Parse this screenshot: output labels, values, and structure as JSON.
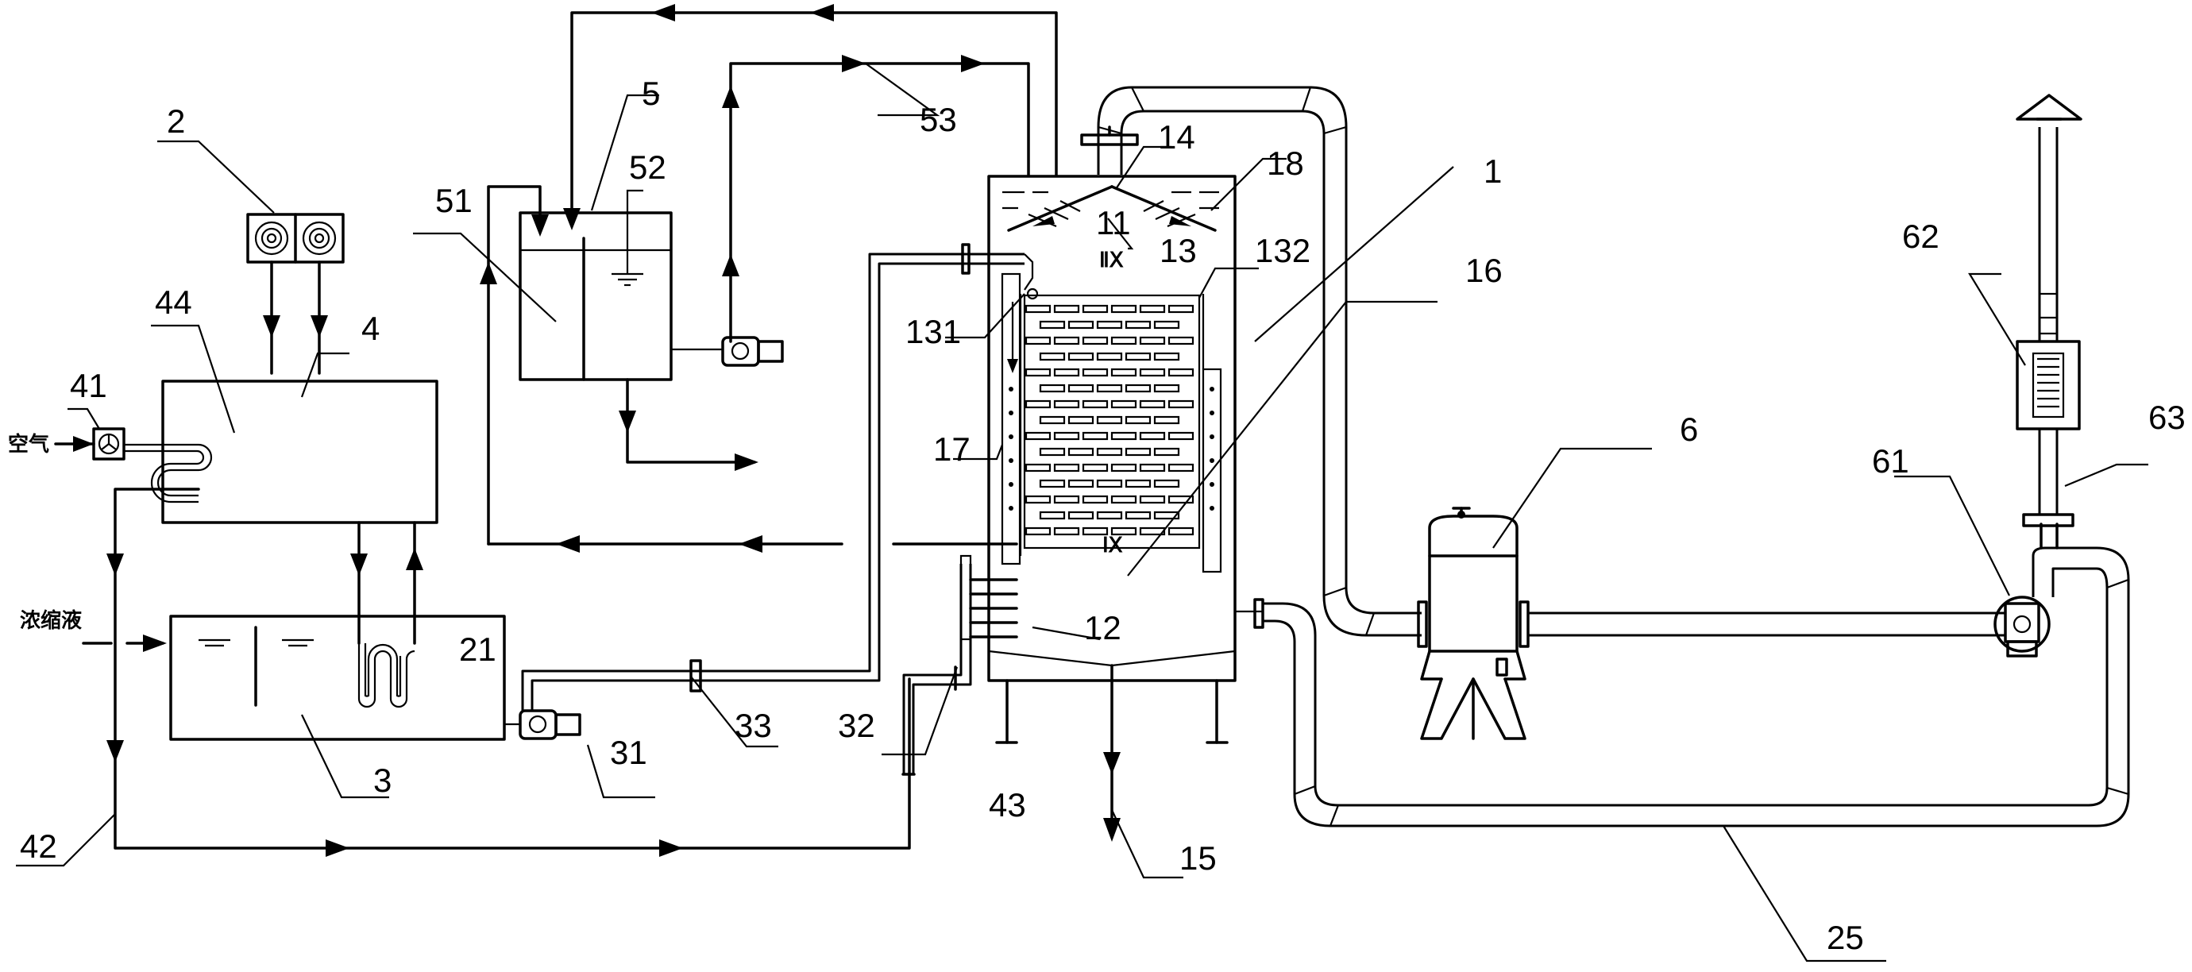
{
  "labels": {
    "l1": "1",
    "l2": "2",
    "l3": "3",
    "l4": "4",
    "l5": "5",
    "l6": "6",
    "l11": "11",
    "l12": "12",
    "l13": "13",
    "l14": "14",
    "l15": "15",
    "l16": "16",
    "l17": "17",
    "l18": "18",
    "l21": "21",
    "l25": "25",
    "l31": "31",
    "l32": "32",
    "l33": "33",
    "l41": "41",
    "l42": "42",
    "l43": "43",
    "l44": "44",
    "l51": "51",
    "l52": "52",
    "l53": "53",
    "l61": "61",
    "l62": "62",
    "l63": "63",
    "l131": "131",
    "l132": "132"
  },
  "section_marks": {
    "top": "ⅡⅩ",
    "bottom": "ⅠⅩ"
  },
  "side_texts": {
    "air": "空气",
    "concentrate": "浓缩液"
  },
  "colors": {
    "line": "#000000",
    "background": "#ffffff"
  }
}
